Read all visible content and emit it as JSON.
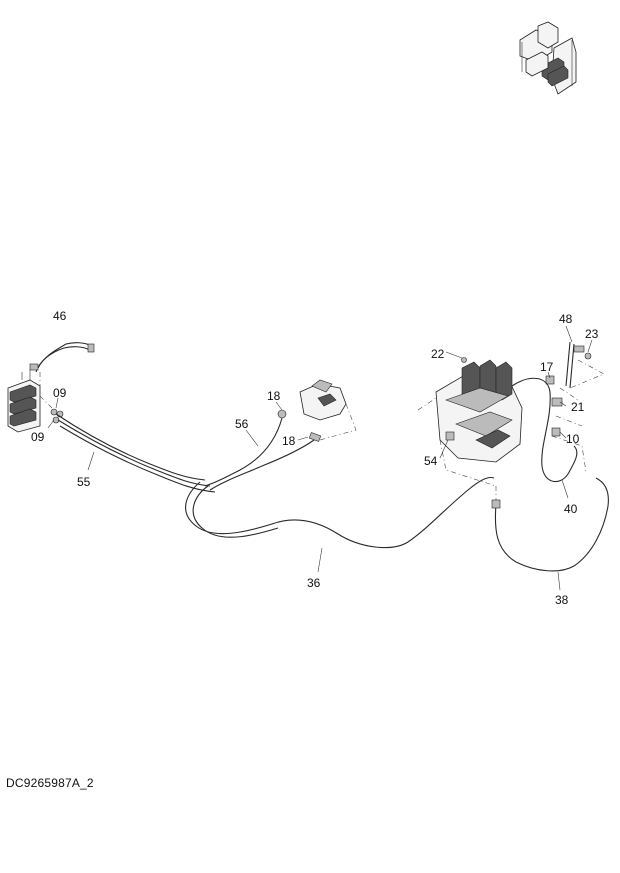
{
  "document": {
    "code": "DC9265987A_2"
  },
  "labels": {
    "l46": "46",
    "l09a": "09",
    "l09b": "09",
    "l55": "55",
    "l18a": "18",
    "l18b": "18",
    "l56": "56",
    "l36": "36",
    "l22": "22",
    "l54": "54",
    "l48": "48",
    "l23": "23",
    "l17": "17",
    "l21": "21",
    "l10": "10",
    "l40": "40",
    "l38": "38"
  }
}
